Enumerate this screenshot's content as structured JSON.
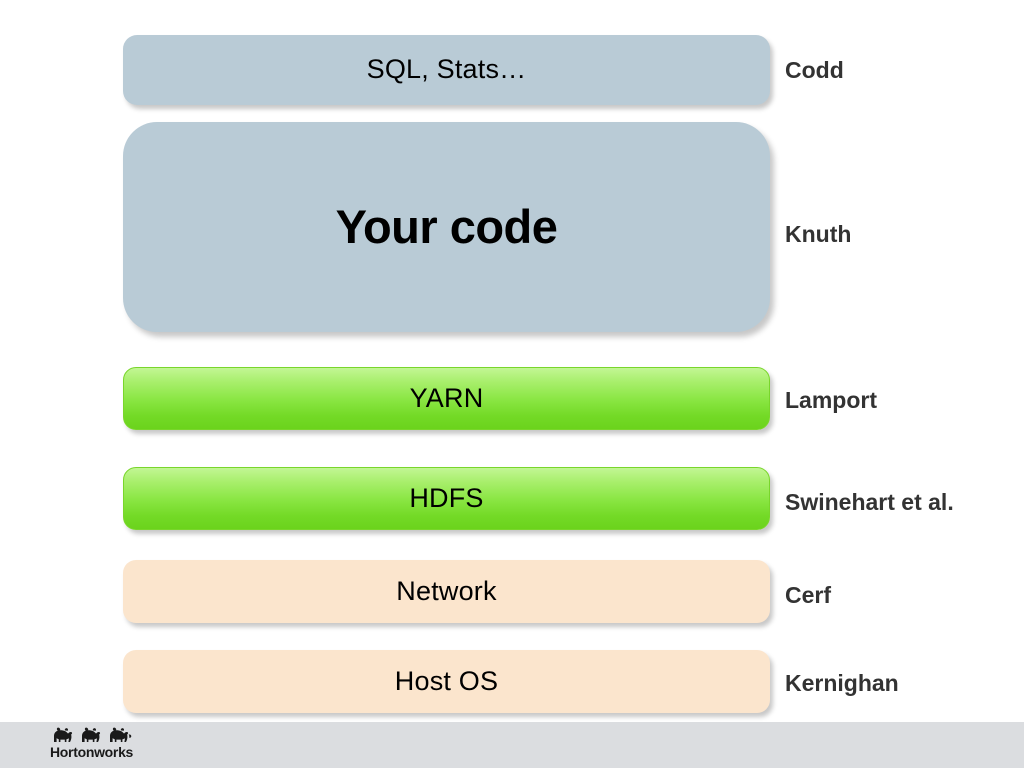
{
  "slide": {
    "background_color": "#ffffff",
    "layers": [
      {
        "id": "sql-stats",
        "label": "SQL, Stats…",
        "author": "Codd",
        "style": "blue",
        "color": "#b9cbd6"
      },
      {
        "id": "your-code",
        "label": "Your code",
        "author": "Knuth",
        "style": "bigblue",
        "color": "#b9cbd6"
      },
      {
        "id": "yarn",
        "label": "YARN",
        "author": "Lamport",
        "style": "green",
        "color": "#8ae643"
      },
      {
        "id": "hdfs",
        "label": "HDFS",
        "author": "Swinehart et al.",
        "style": "green",
        "color": "#8ae643"
      },
      {
        "id": "network",
        "label": "Network",
        "author": "Cerf",
        "style": "peach",
        "color": "#fbe5cd"
      },
      {
        "id": "host-os",
        "label": "Host OS",
        "author": "Kernighan",
        "style": "peach",
        "color": "#fbe5cd"
      }
    ]
  },
  "footer": {
    "background_color": "#dbdde0",
    "brand": "Hortonworks",
    "logo_icon": "three-elephants-icon"
  }
}
